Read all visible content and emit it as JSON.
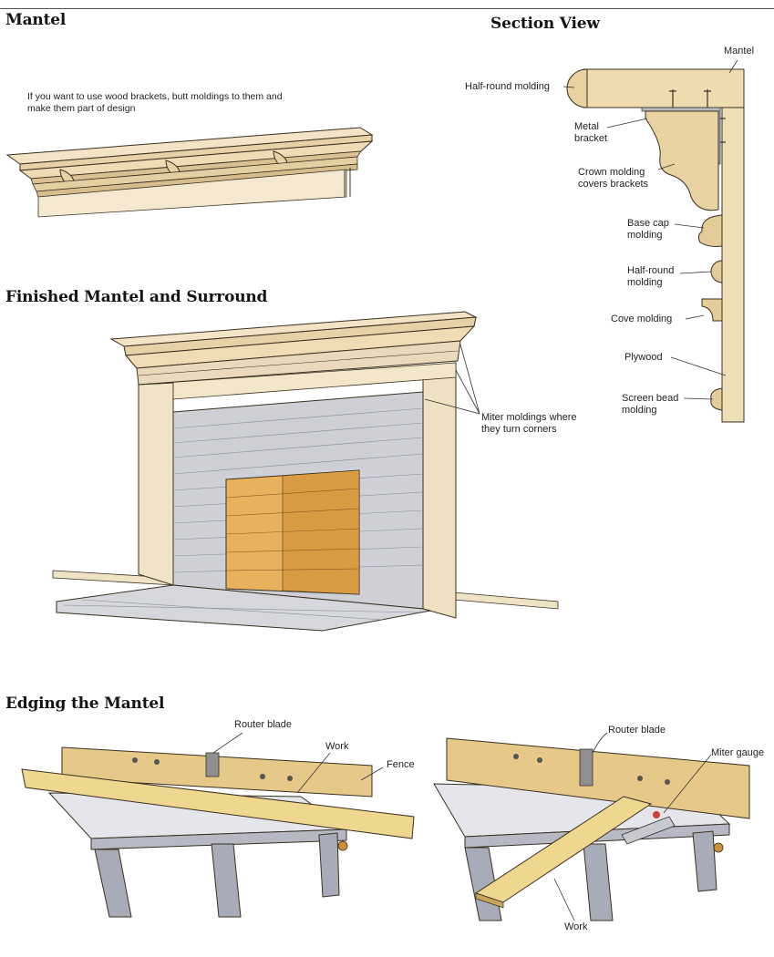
{
  "headings": {
    "mantel": "Mantel",
    "section_view": "Section View",
    "finished": "Finished Mantel and Surround",
    "edging": "Edging the Mantel"
  },
  "mantel_note": {
    "line1": "If you want to use wood brackets, butt moldings to them and",
    "line2": "make them part of design"
  },
  "section_labels": {
    "mantel": "Mantel",
    "half_round_top": "Half-round molding",
    "metal_bracket_1": "Metal",
    "metal_bracket_2": "bracket",
    "crown_1": "Crown molding",
    "crown_2": "covers brackets",
    "base_cap_1": "Base cap",
    "base_cap_2": "molding",
    "half_round_1": "Half-round",
    "half_round_2": "molding",
    "cove": "Cove molding",
    "plywood": "Plywood",
    "screen_bead_1": "Screen bead",
    "screen_bead_2": "molding"
  },
  "surround_labels": {
    "miter_1": "Miter moldings where",
    "miter_2": "they turn corners"
  },
  "edging_labels": {
    "router_blade_left": "Router blade",
    "work_left": "Work",
    "fence": "Fence",
    "router_blade_right": "Router blade",
    "miter_gauge": "Miter gauge",
    "work_right": "Work"
  }
}
